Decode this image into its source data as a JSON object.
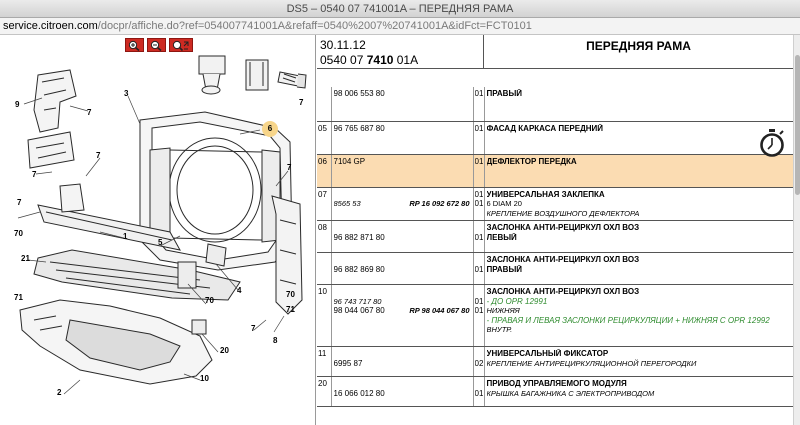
{
  "window": {
    "title": "DS5 – 0540 07 741001A – ПЕРЕДНЯЯ РАМА"
  },
  "address_bar": {
    "domain": "service.citroen.com",
    "path": "/docpr/affiche.do?ref=054007741001A&refaff=0540%2007%20741001A&idFct=FCT0101"
  },
  "colors": {
    "accent_red": "#cd2a22",
    "highlight_row": "#fbdcb2",
    "note_green": "#2e8b2e"
  },
  "zoom_toolbar": {
    "buttons": [
      {
        "icon": "zoom-in-icon"
      },
      {
        "icon": "zoom-out-icon"
      },
      {
        "icon": "zoom-fit-icon"
      }
    ]
  },
  "diagram": {
    "callouts": [
      "9",
      "7",
      "3",
      "7",
      "6",
      "7",
      "7",
      "7",
      "7",
      "1",
      "5",
      "70",
      "21",
      "4",
      "8",
      "70",
      "71",
      "7",
      "71",
      "70",
      "20",
      "2",
      "10"
    ]
  },
  "header": {
    "date": "30.11.12",
    "ref_prefix": "0540 07 ",
    "ref_bold": "7410",
    "ref_suffix": " 01A",
    "title": "ПЕРЕДНЯЯ РАМА"
  },
  "rows": [
    {
      "num": "",
      "ref": "98 006 553 80",
      "qty": "01",
      "desc": "ПРАВЫЙ"
    },
    {
      "num": "05",
      "ref": "96 765 687 80",
      "qty": "01",
      "desc": "ФАСАД КАРКАСА ПЕРЕДНИЙ"
    },
    {
      "num": "06",
      "ref": "7104 GP",
      "qty": "01",
      "desc": "ДЕФЛЕКТОР ПЕРЕДКА"
    },
    {
      "num": "07",
      "ref_main": "8565 53",
      "ref_alt": "RP 16 092 672 80",
      "qty1": "01",
      "qty2": "01",
      "desc_title": "УНИВЕРСАЛЬНАЯ ЗАКЛЕПКА",
      "desc_sub": "6 DIAM 20",
      "desc_note": "КРЕПЛЕНИЕ ВОЗДУШНОГО ДЕФЛЕКТОРА"
    },
    {
      "num": "08",
      "ref": "96 882 871 80",
      "qty": "01",
      "desc_title": "ЗАСЛОНКА АНТИ-РЕЦИРКУЛ ОХЛ ВОЗ",
      "desc_sub": "ЛЕВЫЙ"
    },
    {
      "num": "",
      "ref": "96 882 869 80",
      "qty": "01",
      "desc_title": "ЗАСЛОНКА АНТИ-РЕЦИРКУЛ ОХЛ ВОЗ",
      "desc_sub": "ПРАВЫЙ"
    },
    {
      "num": "10",
      "ref1": "96 743 717 80",
      "ref2": "98 044 067 80",
      "ref2_alt": "RP 98 044 067 80",
      "qty1": "01",
      "qty2": "01",
      "desc_title": "ЗАСЛОНКА АНТИ-РЕЦИРКУЛ ОХЛ ВОЗ",
      "note1": "- ДО OPR 12991",
      "note1b": "НИЖНЯЯ",
      "note2": "- ПРАВАЯ И ЛЕВАЯ ЗАСЛОНКИ РЕЦИРКУЛЯЦИИ + НИЖНЯЯ С OPR 12992",
      "note2b": "ВНУТР."
    },
    {
      "num": "11",
      "ref": "6995 87",
      "qty": "02",
      "desc_title": "УНИВЕРСАЛЬНЫЙ ФИКСАТОР",
      "desc_note": "КРЕПЛЕНИЕ АНТИРЕЦИРКУЛЯЦИОННОЙ ПЕРЕГОРОДКИ"
    },
    {
      "num": "20",
      "ref": "16 066 012 80",
      "qty": "01",
      "desc_title": "ПРИВОД УПРАВЛЯЕМОГО МОДУЛЯ",
      "desc_note": "КРЫШКА БАГАЖНИКА С ЭЛЕКТРОПРИВОДОМ"
    }
  ]
}
